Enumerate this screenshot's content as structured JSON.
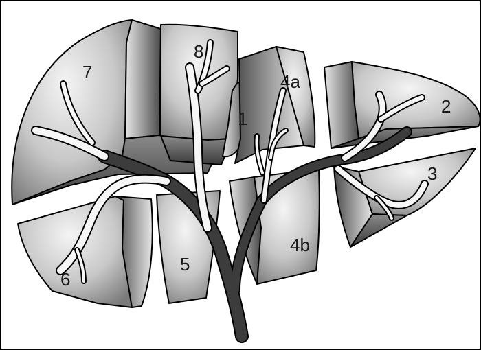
{
  "diagram": {
    "segment_labels": {
      "seg1": "1",
      "seg2": "2",
      "seg3": "3",
      "seg4a": "4a",
      "seg4b": "4b",
      "seg5": "5",
      "seg6": "6",
      "seg7": "7",
      "seg8": "8"
    },
    "colors": {
      "shade_light": "#f2f2f2",
      "shade_mid": "#b8b8b8",
      "shade_dark": "#5a5a5a",
      "vessel": "#3c3c3c",
      "outline": "#000000"
    }
  }
}
